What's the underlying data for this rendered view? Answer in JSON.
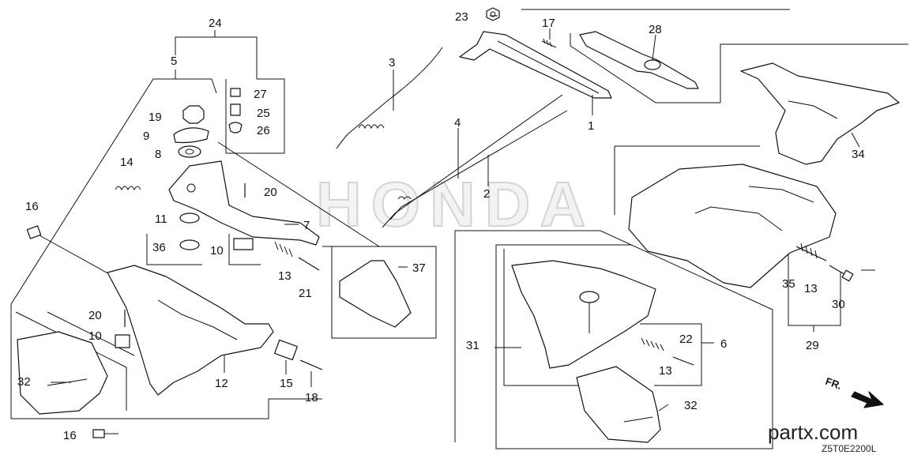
{
  "watermark": "HONDA",
  "site": "partx.com",
  "diagram_code": "Z5T0E2200L",
  "direction_label": "FR.",
  "callouts": {
    "c1": "1",
    "c2": "2",
    "c3": "3",
    "c4": "4",
    "c5": "5",
    "c6": "6",
    "c7": "7",
    "c8": "8",
    "c9": "9",
    "c10a": "10",
    "c10b": "10",
    "c11": "11",
    "c12": "12",
    "c13a": "13",
    "c13b": "13",
    "c13c": "13",
    "c14": "14",
    "c15": "15",
    "c16a": "16",
    "c16b": "16",
    "c17": "17",
    "c18": "18",
    "c19": "19",
    "c20a": "20",
    "c20b": "20",
    "c21": "21",
    "c22": "22",
    "c23": "23",
    "c24": "24",
    "c25": "25",
    "c26": "26",
    "c27": "27",
    "c28": "28",
    "c29": "29",
    "c30": "30",
    "c31": "31",
    "c32a": "32",
    "c32b": "32",
    "c34": "34",
    "c35": "35",
    "c36": "36",
    "c37": "37"
  }
}
